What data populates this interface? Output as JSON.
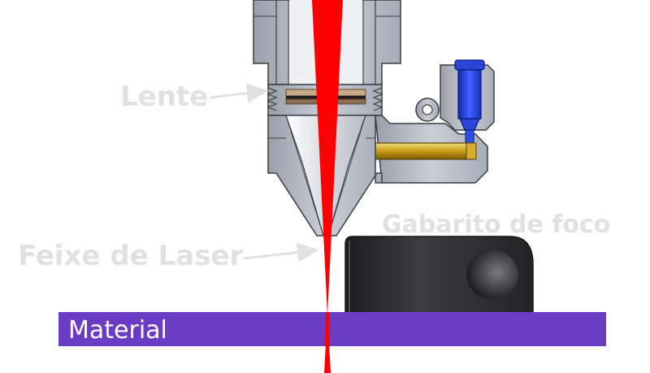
{
  "labels": {
    "lens": "Lente",
    "laser_beam": "Feixe de Laser",
    "focus_gauge": "Gabarito de foco",
    "material": "Material"
  },
  "colors": {
    "laser": "#ff0000",
    "material": "#6a3cc4",
    "nozzle_body": "#b9bec8",
    "nozzle_outline": "#3a3d44",
    "gas_channel": "#c9a21a",
    "fitting": "#1f3fd6",
    "gauge": "#2b2b2d",
    "label": "#e1e1e1"
  }
}
